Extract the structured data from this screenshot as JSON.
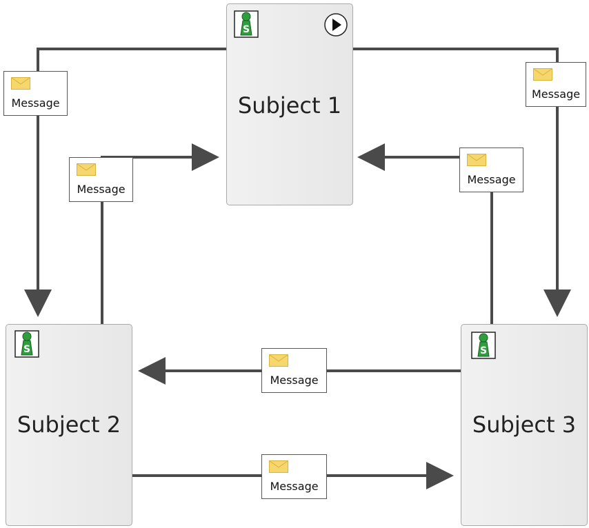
{
  "colors": {
    "subject_fill": "#e9e9e9",
    "subject_border": "#a9a9a9",
    "connector": "#4a4a4a",
    "s_icon_green": "#2e9e3f",
    "envelope_yellow": "#f5d76e"
  },
  "subjects": [
    {
      "id": "subject-1",
      "label": "Subject 1",
      "icon": "subject-s-icon",
      "start_icon": "play-icon"
    },
    {
      "id": "subject-2",
      "label": "Subject 2",
      "icon": "subject-s-icon"
    },
    {
      "id": "subject-3",
      "label": "Subject 3",
      "icon": "subject-s-icon"
    }
  ],
  "messages": [
    {
      "id": "s1-to-s2",
      "label": "Message",
      "icon": "envelope-icon"
    },
    {
      "id": "s1-to-s3",
      "label": "Message",
      "icon": "envelope-icon"
    },
    {
      "id": "s2-to-s1",
      "label": "Message",
      "icon": "envelope-icon"
    },
    {
      "id": "s3-to-s1",
      "label": "Message",
      "icon": "envelope-icon"
    },
    {
      "id": "s3-to-s2",
      "label": "Message",
      "icon": "envelope-icon"
    },
    {
      "id": "s2-to-s3",
      "label": "Message",
      "icon": "envelope-icon"
    }
  ]
}
